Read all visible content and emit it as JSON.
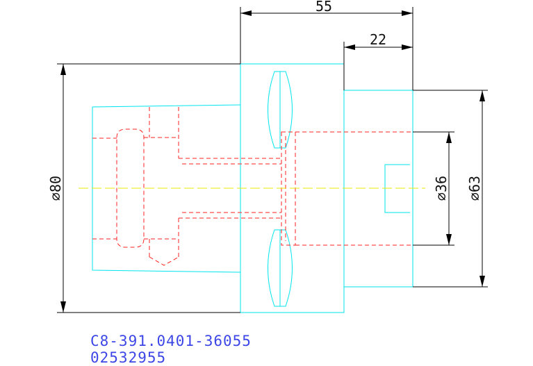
{
  "dimensions": {
    "overall_length": "55",
    "flange_length": "22",
    "diameter_body": "⌀80",
    "diameter_shank": "⌀63",
    "diameter_bore": "⌀36"
  },
  "part": {
    "code": "C8-391.0401-36055",
    "number": "02532955"
  },
  "colors": {
    "outline": "#00e5ee",
    "hidden_lines": "#ff2020",
    "centerline": "#e8e800",
    "dimensions": "#000000",
    "part_text": "#3c46e6"
  }
}
